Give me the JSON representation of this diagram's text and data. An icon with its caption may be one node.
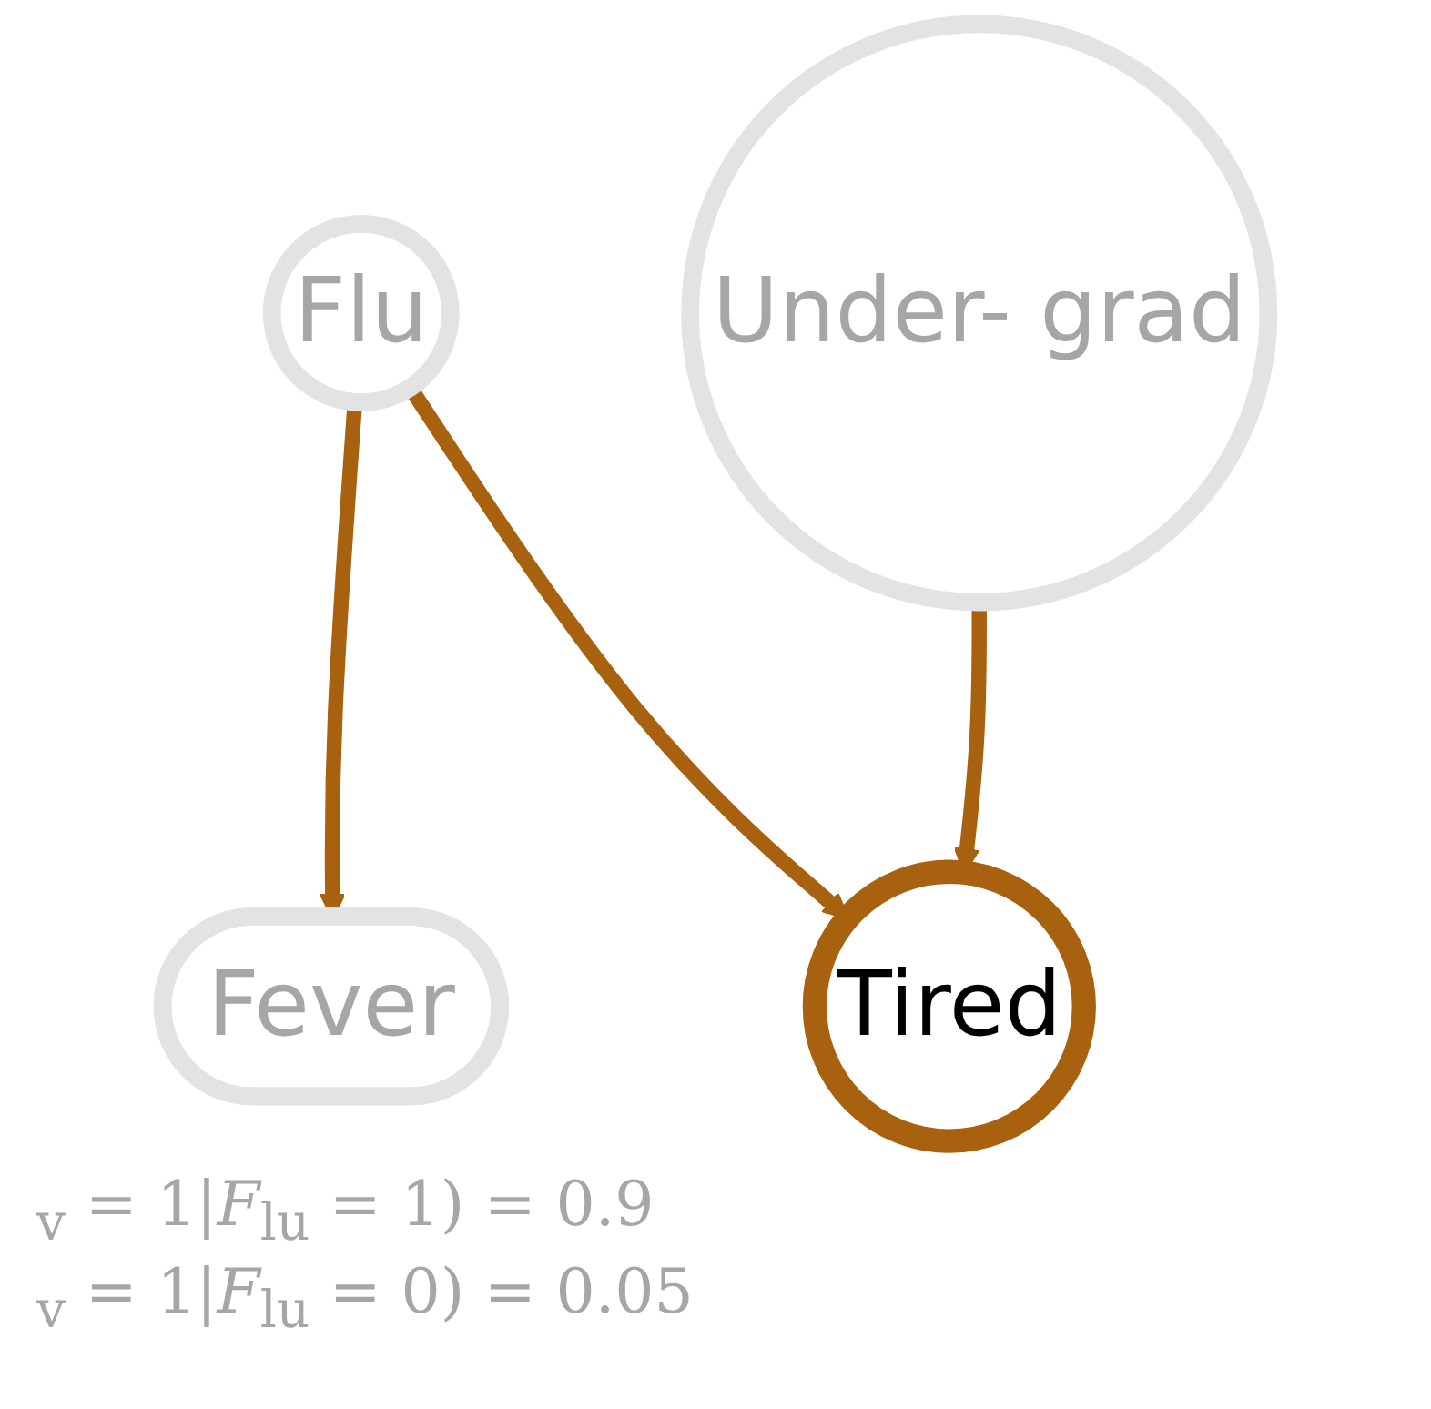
{
  "diagram": {
    "nodes": [
      {
        "text": [
          "Flu"
        ]
      },
      {
        "text": [
          "Under- grad"
        ]
      },
      {
        "text": [
          "Fever"
        ]
      },
      {
        "text": [
          "Tired"
        ]
      }
    ],
    "edges": [
      {
        "from": 0,
        "to": 2,
        "arrow": "to"
      },
      {
        "from": 0,
        "to": 3,
        "arrow": "to"
      },
      {
        "from": 1,
        "to": 3,
        "arrow": "to"
      }
    ],
    "labels": [
      "$_{v}$ = 1|*F*$_{lu}$ = 1) = 0.9",
      "$_{v}$ = 1|*F*$_{lu}$ = 0) = 0.05"
    ]
  }
}
